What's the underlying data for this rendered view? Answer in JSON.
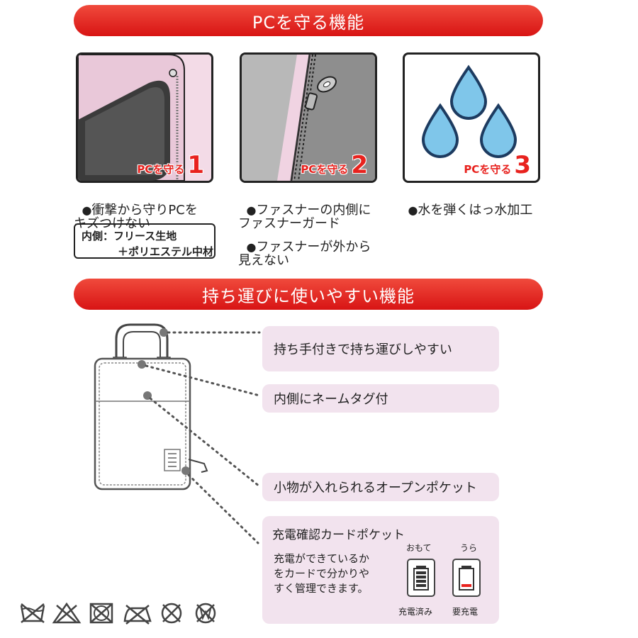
{
  "section1": {
    "title": "PCを守る機能",
    "panels": [
      {
        "label_text": "PCを守る",
        "label_number": "1",
        "icon": "laptop-corner-zipper-illustration"
      },
      {
        "label_text": "PCを守る",
        "label_number": "2",
        "icon": "zipper-guard-illustration"
      },
      {
        "label_text": "PCを守る",
        "label_number": "3",
        "icon": "water-drops-icon"
      }
    ],
    "feature1": {
      "bullet": "●",
      "text": "衝撃から守りPCを\nキズつけない"
    },
    "spec": {
      "line1": "内側：フリース生地",
      "line2": "＋ポリエステル中材"
    },
    "feature2a": {
      "bullet": "●",
      "text": "ファスナーの内側に\nファスナーガード"
    },
    "feature2b": {
      "bullet": "●",
      "text": "ファスナーが外から\n見えない"
    },
    "feature3": {
      "bullet": "●",
      "text": "水を弾くはっ水加工"
    }
  },
  "section2": {
    "title": "持ち運びに使いやすい機能",
    "callouts": [
      {
        "text": "持ち手付きで持ち運びしやすい"
      },
      {
        "text": "内側にネームタグ付"
      },
      {
        "text": "小物が入れられるオープンポケット"
      }
    ],
    "charge_card": {
      "title": "充電確認カードポケット",
      "description": "充電ができているか\nをカードで分かりや\nすく管理できます。",
      "front_label": "おもて",
      "back_label": "うら",
      "front_caption": "充電済み",
      "back_caption": "要充電"
    }
  },
  "care_symbols": [
    "do-not-wash-icon",
    "do-not-bleach-icon",
    "do-not-tumble-dry-icon",
    "do-not-iron-icon",
    "do-not-dry-clean-icon",
    "do-not-wet-clean-icon"
  ],
  "colors": {
    "banner_red": "#e32020",
    "accent_red": "#e8221e",
    "callout_pink": "#f2e3ee",
    "drop_blue": "#7fc6ea"
  }
}
